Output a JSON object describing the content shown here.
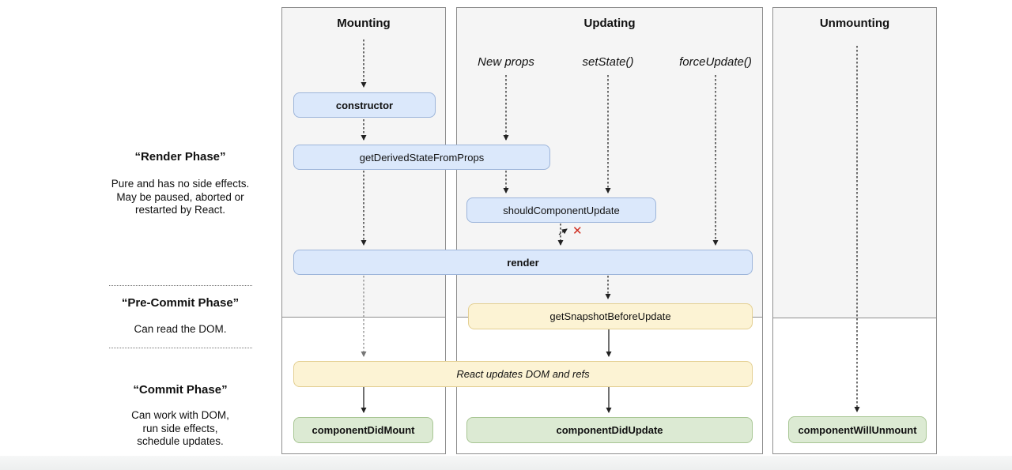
{
  "colors": {
    "panel_top_bg": "#f5f5f5",
    "panel_border": "#8f8f8f",
    "blue_fill": "#dbe8fb",
    "blue_border": "#9db5da",
    "yellow_fill": "#fcf3d4",
    "yellow_border": "#e3cf92",
    "green_fill": "#dcead3",
    "green_border": "#a8c694",
    "x_red": "#cf2e21"
  },
  "sidebar": {
    "render_phase": {
      "title": "“Render Phase”",
      "lines": [
        "Pure and has no side effects.",
        "May be paused, aborted or",
        "restarted by React."
      ]
    },
    "pre_commit_phase": {
      "title": "“Pre-Commit Phase”",
      "lines": [
        "Can read the DOM."
      ]
    },
    "commit_phase": {
      "title": "“Commit Phase”",
      "lines": [
        "Can work with DOM,",
        "run side effects,",
        "schedule updates."
      ]
    }
  },
  "columns": {
    "mounting": {
      "title": "Mounting"
    },
    "updating": {
      "title": "Updating",
      "triggers": [
        "New props",
        "setState()",
        "forceUpdate()"
      ]
    },
    "unmounting": {
      "title": "Unmounting"
    }
  },
  "boxes": {
    "constructor": "constructor",
    "get_derived_state_from_props": "getDerivedStateFromProps",
    "should_component_update": "shouldComponentUpdate",
    "render": "render",
    "get_snapshot_before_update": "getSnapshotBeforeUpdate",
    "react_updates_dom": "React updates DOM and refs",
    "component_did_mount": "componentDidMount",
    "component_did_update": "componentDidUpdate",
    "component_will_unmount": "componentWillUnmount"
  },
  "icons": {
    "skip_update_x": "✕"
  }
}
